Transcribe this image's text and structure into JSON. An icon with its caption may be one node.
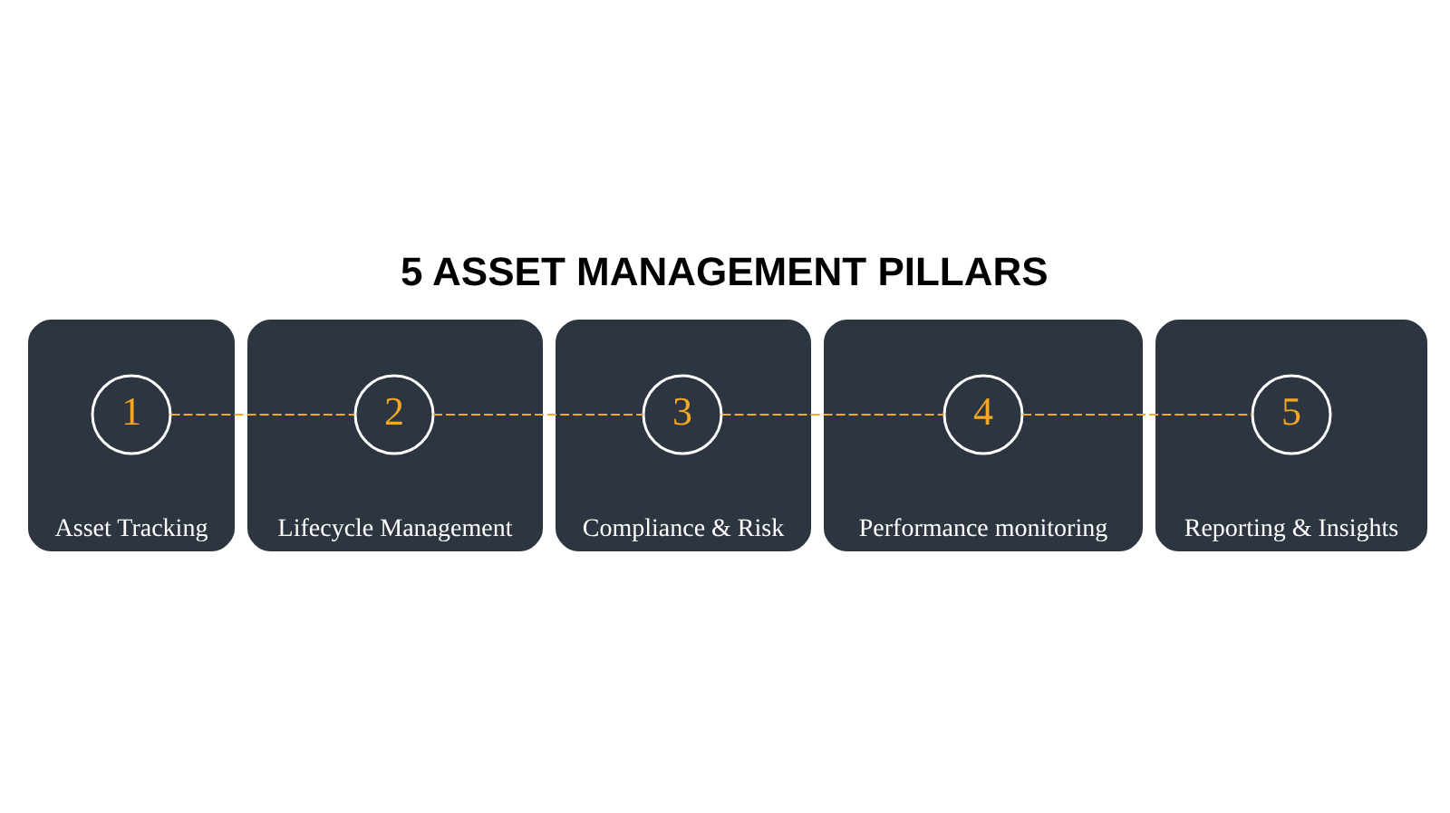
{
  "diagram": {
    "title": "5 ASSET MANAGEMENT PILLARS",
    "nodes": [
      {
        "text": [
          "Asset Tracking"
        ]
      },
      {
        "text": [
          "1"
        ],
        "in": 0
      },
      {
        "text": [
          "Lifecycle Management"
        ]
      },
      {
        "text": [
          "2"
        ],
        "in": 2
      },
      {
        "text": [
          "Compliance & Risk"
        ]
      },
      {
        "text": [
          "3"
        ],
        "in": 4
      },
      {
        "text": [
          "Performance monitoring"
        ]
      },
      {
        "text": [
          "4"
        ],
        "in": 6
      },
      {
        "text": [
          "Reporting & Insights"
        ]
      },
      {
        "text": [
          "5"
        ],
        "in": 8
      }
    ],
    "edges": [
      {
        "from": 1,
        "to": 3,
        "arrow": "none",
        "style": "dashed"
      },
      {
        "from": 3,
        "to": 5,
        "arrow": "none",
        "style": "dashed"
      },
      {
        "from": 5,
        "to": 7,
        "arrow": "none",
        "style": "dashed"
      },
      {
        "from": 7,
        "to": 9,
        "arrow": "none",
        "style": "dashed"
      }
    ]
  }
}
